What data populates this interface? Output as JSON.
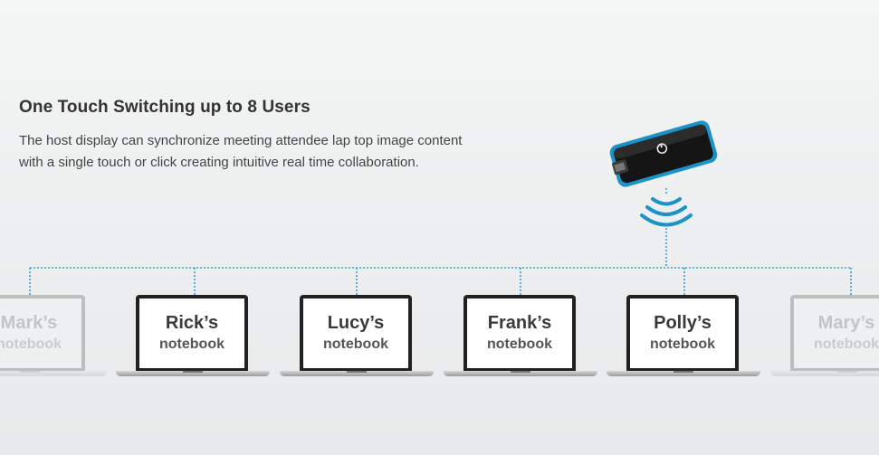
{
  "headline": "One Touch Switching up to 8 Users",
  "description": "The host display can synchronize meeting attendee lap top image content with a single touch or click creating intuitive real time collaboration.",
  "device": {
    "name": "wireless-presentation-dongle",
    "icon": "power-icon",
    "accent": "#1b93c9"
  },
  "network_color": "#3a9fd0",
  "notebooks": [
    {
      "owner": "Mark’s",
      "label": "notebook",
      "faded": true
    },
    {
      "owner": "Rick’s",
      "label": "notebook",
      "faded": false
    },
    {
      "owner": "Lucy’s",
      "label": "notebook",
      "faded": false
    },
    {
      "owner": "Frank’s",
      "label": "notebook",
      "faded": false
    },
    {
      "owner": "Polly’s",
      "label": "notebook",
      "faded": false
    },
    {
      "owner": "Mary’s",
      "label": "notebook",
      "faded": true
    }
  ]
}
